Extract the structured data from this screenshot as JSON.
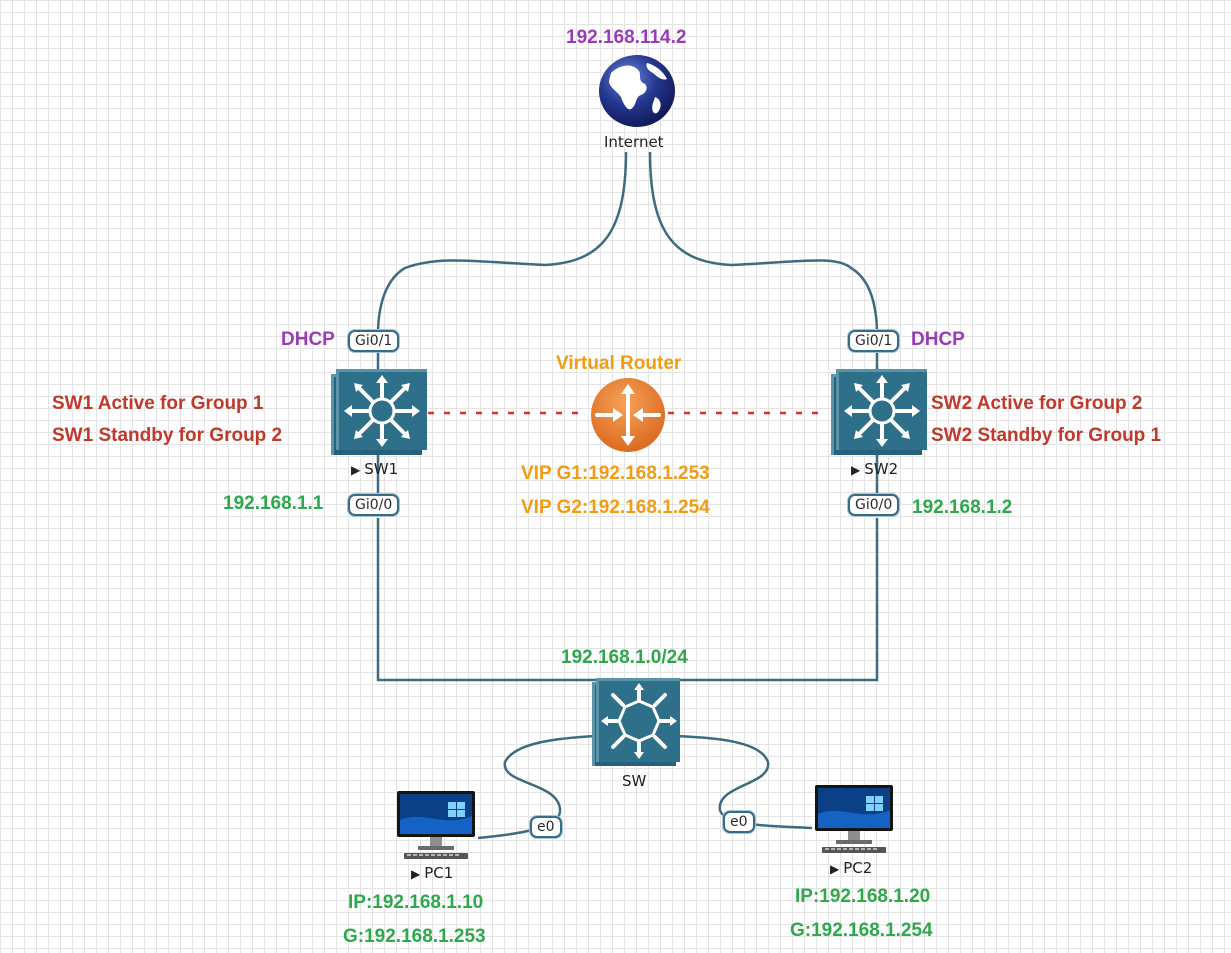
{
  "diagram": {
    "internet": {
      "ip": "192.168.114.2",
      "name": "Internet"
    },
    "sw1": {
      "name": "SW1",
      "uplink_port": "Gi0/1",
      "uplink_label": "DHCP",
      "downlink_port": "Gi0/0",
      "ip": "192.168.1.1",
      "role_line1": "SW1 Active for Group 1",
      "role_line2": "SW1 Standby for Group 2"
    },
    "sw2": {
      "name": "SW2",
      "uplink_port": "Gi0/1",
      "uplink_label": "DHCP",
      "downlink_port": "Gi0/0",
      "ip": "192.168.1.2",
      "role_line1": "SW2 Active for Group 2",
      "role_line2": "SW2 Standby for Group 1"
    },
    "virtual_router": {
      "title": "Virtual Router",
      "vip1": "VIP G1:192.168.1.253",
      "vip2": "VIP G2:192.168.1.254"
    },
    "access_switch": {
      "name": "SW",
      "subnet": "192.168.1.0/24"
    },
    "pc1": {
      "name": "PC1",
      "port": "e0",
      "ip": "IP:192.168.1.10",
      "gateway": "G:192.168.1.253"
    },
    "pc2": {
      "name": "PC2",
      "port": "e0",
      "ip": "IP:192.168.1.20",
      "gateway": "G:192.168.1.254"
    }
  },
  "colors": {
    "wire": "#3d6b80",
    "hsrp_link": "#d9302b",
    "switch_blue": "#2e6f89",
    "router_orange": "#ee7d22",
    "purple_label": "#9b3ab8",
    "red_label": "#c0392b",
    "green_label": "#2ea84b",
    "orange_label": "#f39c12"
  },
  "icons": {
    "internet": "globe-icon",
    "multilayer_switch": "multilayer-switch-icon",
    "virtual_router": "router-icon",
    "access_switch": "switch-icon",
    "pc": "desktop-pc-icon"
  }
}
